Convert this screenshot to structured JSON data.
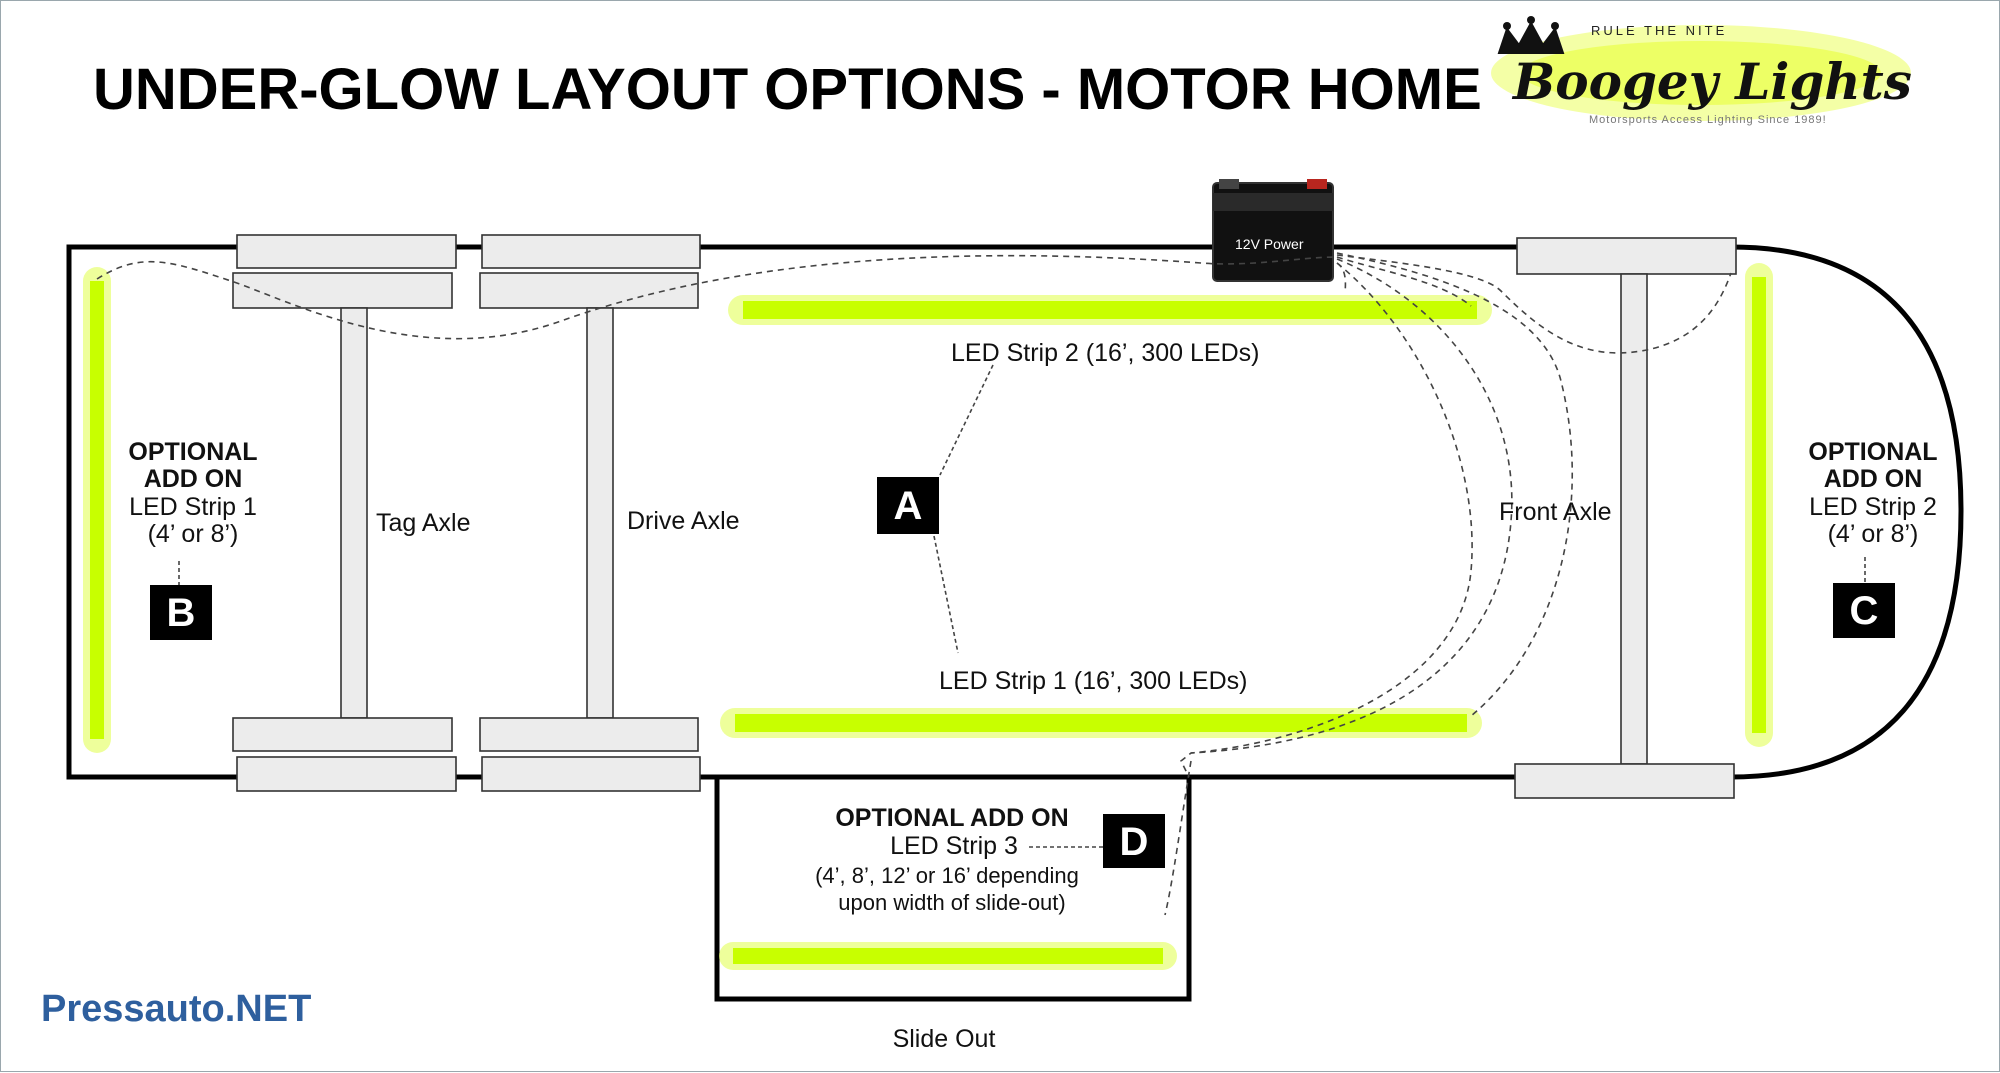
{
  "title": "UNDER-GLOW LAYOUT OPTIONS - MOTOR HOME",
  "brand": {
    "tagline_top": "RULE THE NITE",
    "name": "Boogey Lights",
    "subtitle": "Motorsports Access Lighting Since 1989!",
    "glow_color": "#e7ff3a"
  },
  "battery": {
    "label": "12V Power"
  },
  "axles": {
    "tag": "Tag Axle",
    "drive": "Drive Axle",
    "front": "Front Axle"
  },
  "strips": {
    "strip2_main": "LED Strip 2  (16’, 300 LEDs)",
    "strip1_main": "LED Strip 1 (16’, 300 LEDs)"
  },
  "optional_left": {
    "line1": "OPTIONAL",
    "line2": "ADD ON",
    "line3": "LED Strip 1",
    "line4": "(4’ or 8’)"
  },
  "optional_right": {
    "line1": "OPTIONAL",
    "line2": "ADD ON",
    "line3": "LED Strip 2",
    "line4": "(4’ or 8’)"
  },
  "optional_slide": {
    "line1": "OPTIONAL ADD ON",
    "line2": "LED Strip 3",
    "line3": "(4’, 8’, 12’ or 16’ depending",
    "line4": "upon width of slide-out)"
  },
  "badges": {
    "a": "A",
    "b": "B",
    "c": "C",
    "d": "D"
  },
  "slide_out": "Slide Out",
  "watermark": "Pressauto.NET",
  "colors": {
    "led": "#c8ff00",
    "badge": "#000000",
    "watermark": "#2e5f9e"
  }
}
